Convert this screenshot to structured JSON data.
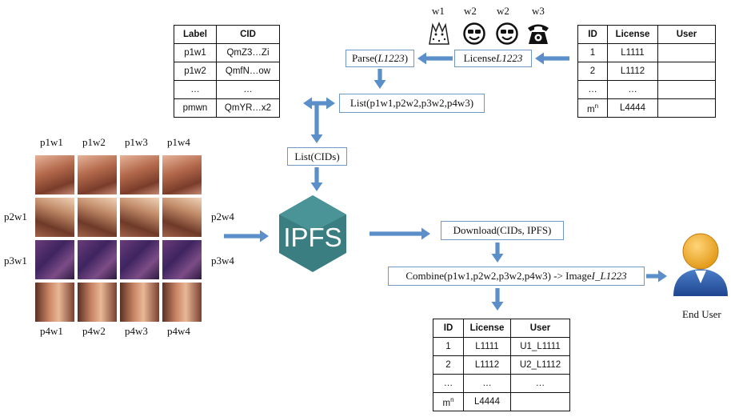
{
  "diagram": {
    "cid_table": {
      "headers": [
        "Label",
        "CID"
      ],
      "rows": [
        [
          "p1w1",
          "QmZ3…Zi"
        ],
        [
          "p1w2",
          "QmfN…ow"
        ],
        [
          "…",
          "…"
        ],
        [
          "pmwn",
          "QmYR…x2"
        ]
      ]
    },
    "license_table": {
      "headers": [
        "ID",
        "License",
        "User"
      ],
      "rows": [
        [
          "1",
          "L1111",
          ""
        ],
        [
          "2",
          "L1112",
          ""
        ],
        [
          "…",
          "…",
          ""
        ],
        [
          "m",
          "L4444",
          ""
        ]
      ],
      "last_id_sup": "n"
    },
    "user_table": {
      "headers": [
        "ID",
        "License",
        "User"
      ],
      "rows": [
        [
          "1",
          "L1111",
          "U1_L1111"
        ],
        [
          "2",
          "L1112",
          "U2_L1112"
        ],
        [
          "…",
          "…",
          "…"
        ],
        [
          "m",
          "L4444",
          ""
        ]
      ],
      "last_id_sup": "n"
    },
    "symbols": [
      {
        "label": "w1",
        "icon": "leopard-icon"
      },
      {
        "label": "w2",
        "icon": "sunglasses-smiley-icon"
      },
      {
        "label": "w2",
        "icon": "sunglasses-smiley-icon"
      },
      {
        "label": "w3",
        "icon": "telephone-icon"
      }
    ],
    "parse_box": {
      "prefix": "Parse(",
      "arg": "L1223",
      "suffix": ")"
    },
    "license_box": {
      "prefix": "License ",
      "arg": "L1223"
    },
    "list_box": "List(p1w1,p2w2,p3w2,p4w3)",
    "cids_box": "List(CIDs)",
    "download_box": "Download(CIDs, IPFS)",
    "combine_box": {
      "prefix": "Combine(p1w1,p2w2,p3w2,p4w3) -> Image ",
      "arg": "I_L1223"
    },
    "ipfs_label": "IPFS",
    "end_user_label": "End User",
    "grid_top_labels": [
      "p1w1",
      "p1w2",
      "p1w3",
      "p1w4"
    ],
    "grid_bottom_labels": [
      "p4w1",
      "p4w2",
      "p4w3",
      "p4w4"
    ],
    "grid_left_labels": [
      "p2w1",
      "p3w1"
    ],
    "grid_right_labels": [
      "p2w4",
      "p3w4"
    ]
  },
  "colors": {
    "arrow": "#5b8fc9",
    "box_border": "#6f98c6",
    "ipfs_fill": "#3a7e82",
    "ipfs_text": "#ffffff"
  }
}
